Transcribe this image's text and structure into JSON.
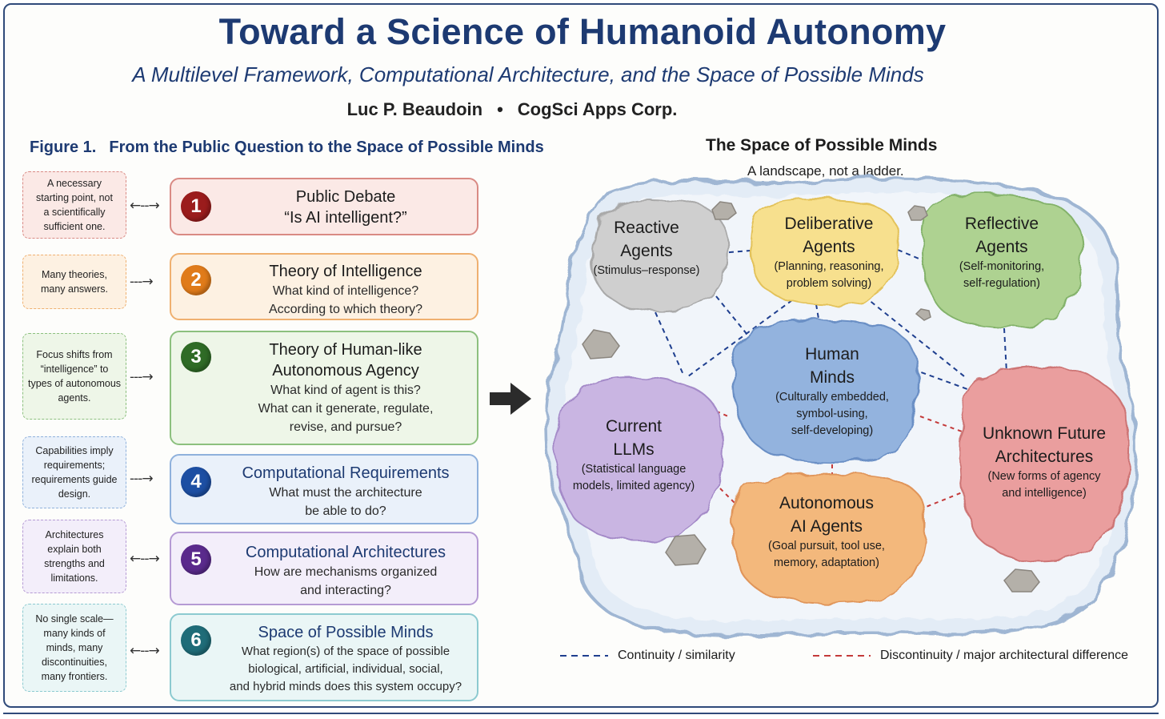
{
  "header": {
    "title": "Toward a Science of Humanoid Autonomy",
    "subtitle": "A Multilevel Framework, Computational Architecture, and the Space of Possible Minds",
    "author": "Luc P. Beaudoin",
    "separator": "•",
    "organization": "CogSci Apps Corp."
  },
  "figure": {
    "number": "Figure 1.",
    "caption": "From the Public Question to the Space of Possible Minds"
  },
  "levels": [
    {
      "number": "1",
      "title": "Public Debate\n“Is AI intelligent?”",
      "body": "",
      "note": "A necessary\nstarting point, not\na scientifically\nsufficient one.",
      "arrow": "←--→",
      "color": "#9b1c1c",
      "border": "#d98a84",
      "fill": "#fbe9e6"
    },
    {
      "number": "2",
      "title": "Theory of Intelligence",
      "body": "What kind of intelligence?\nAccording to which theory?",
      "note": "Many theories,\nmany answers.",
      "arrow": "---→",
      "color": "#e07b1a",
      "border": "#efb070",
      "fill": "#fdf1e2"
    },
    {
      "number": "3",
      "title": "Theory of Human-like\nAutonomous Agency",
      "body": "What kind of agent is this?\nWhat can it generate, regulate,\nrevise, and pursue?",
      "note": "Focus shifts from\n“intelligence” to\ntypes of autonomous\nagents.",
      "arrow": "---→",
      "color": "#2f6b26",
      "border": "#8cc07e",
      "fill": "#eef6e8"
    },
    {
      "number": "4",
      "title": "Computational Requirements",
      "body": "What must the architecture\nbe able to do?",
      "note": "Capabilities imply\nrequirements;\nrequirements guide\ndesign.",
      "arrow": "---→",
      "color": "#1d4fa3",
      "border": "#8fb1dc",
      "fill": "#eaf1fa"
    },
    {
      "number": "5",
      "title": "Computational Architectures",
      "body": "How are mechanisms organized\nand interacting?",
      "note": "Architectures\nexplain both\nstrengths and\nlimitations.",
      "arrow": "←--→",
      "color": "#5a2a8c",
      "border": "#b59ad4",
      "fill": "#f3eefa"
    },
    {
      "number": "6",
      "title": "Space of Possible Minds",
      "body": "What region(s) of the space of possible\nbiological, artificial, individual, social,\nand hybrid minds does this system occupy?",
      "note": "No single scale—\nmany kinds of\nminds, many\ndiscontinuities,\nmany frontiers.",
      "arrow": "←--→",
      "color": "#1f6c78",
      "border": "#8ccad0",
      "fill": "#eaf6f6"
    }
  ],
  "map": {
    "title": "The Space of Possible Minds",
    "subtitle": "A landscape, not a ladder.",
    "regions": [
      {
        "name": "Reactive\nAgents",
        "desc": "(Stimulus–response)",
        "color": "#c9c9c9"
      },
      {
        "name": "Deliberative\nAgents",
        "desc": "(Planning, reasoning,\nproblem solving)",
        "color": "#f6df8a"
      },
      {
        "name": "Reflective\nAgents",
        "desc": "(Self-monitoring,\nself-regulation)",
        "color": "#a9cf8a"
      },
      {
        "name": "Human\nMinds",
        "desc": "(Culturally embedded,\nsymbol-using,\nself-developing)",
        "color": "#8eb0dc"
      },
      {
        "name": "Current\nLLMs",
        "desc": "(Statistical language\nmodels, limited agency)",
        "color": "#c6b2e0"
      },
      {
        "name": "Autonomous\nAI Agents",
        "desc": "(Goal pursuit, tool use,\nmemory, adaptation)",
        "color": "#f2b77c"
      },
      {
        "name": "Unknown Future\nArchitectures",
        "desc": "(New forms of agency\nand intelligence)",
        "color": "#e89a9a"
      }
    ],
    "legend": [
      {
        "label": "Continuity / similarity",
        "color": "#1f3f8f"
      },
      {
        "label": "Discontinuity / major architectural difference",
        "color": "#c43a3a"
      }
    ]
  }
}
